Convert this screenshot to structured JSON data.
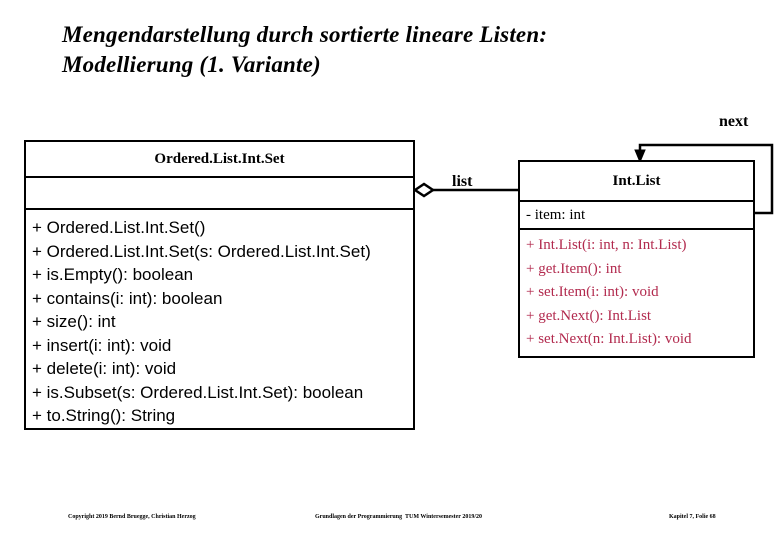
{
  "slide": {
    "title_line1": "Mengendarstellung durch sortierte lineare Listen:",
    "title_line2": "Modellierung (1. Variante)"
  },
  "diagram": {
    "type": "uml-class-diagram",
    "accent_color": "#B22A4E",
    "line_color": "#000000",
    "background": "#ffffff",
    "classes": [
      {
        "id": "ordered-list-int-set",
        "name": "Ordered.List.Int.Set",
        "attributes": [],
        "operations": [
          "+ Ordered.List.Int.Set()",
          "+ Ordered.List.Int.Set(s: Ordered.List.Int.Set)",
          "+ is.Empty(): boolean",
          "+ contains(i: int): boolean",
          "+ size(): int",
          "+ insert(i: int): void",
          "+ delete(i: int): void",
          "+ is.Subset(s: Ordered.List.Int.Set): boolean",
          "+ to.String(): String"
        ]
      },
      {
        "id": "int-list",
        "name": "Int.List",
        "attributes": [
          "- item: int"
        ],
        "operations": [
          "+ Int.List(i: int, n: Int.List)",
          "+ get.Item(): int",
          "+ set.Item(i: int): void",
          "+ get.Next(): Int.List",
          "+ set.Next(n: Int.List): void"
        ]
      }
    ],
    "associations": [
      {
        "id": "list-association",
        "label": "list",
        "from": "ordered-list-int-set",
        "to": "int-list",
        "kind": "aggregation",
        "diamond": "open"
      },
      {
        "id": "next-self-association",
        "label": "next",
        "from": "int-list",
        "to": "int-list",
        "kind": "directed-self-loop",
        "arrow": "filled"
      }
    ]
  },
  "footer": {
    "left": "Copyright 2019 Bernd Bruegge, Christian Herzog",
    "center": "Grundlagen der Programmierung  TUM Wintersemester 2019/20",
    "right": "Kapitel 7, Folie 68"
  }
}
